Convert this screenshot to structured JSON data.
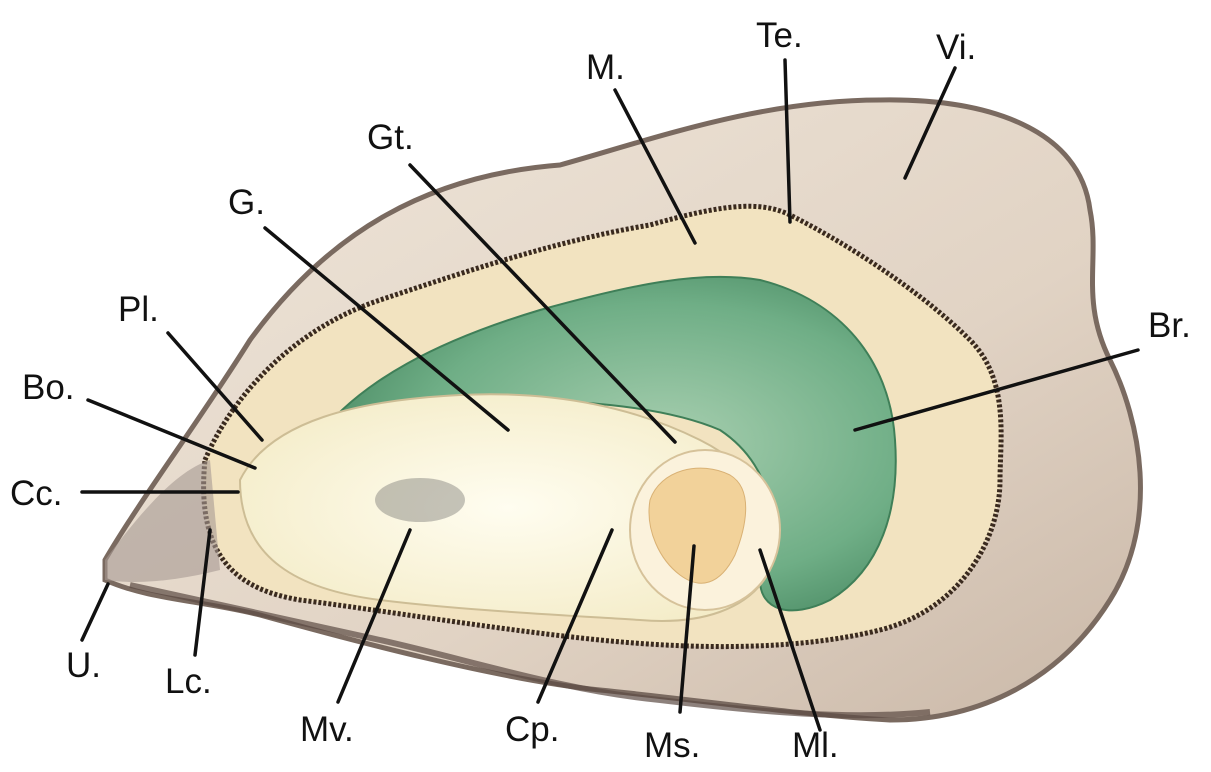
{
  "figure": {
    "labels": {
      "te": "Te.",
      "vi": "Vi.",
      "m": "M.",
      "gt": "Gt.",
      "g": "G.",
      "pl": "Pl.",
      "bo": "Bo.",
      "cc": "Cc.",
      "br": "Br.",
      "u": "U.",
      "lc": "Lc.",
      "mv": "Mv.",
      "cp": "Cp.",
      "ms": "Ms.",
      "ml": "Ml."
    },
    "colors": {
      "shell_outer": "#d9cbbf",
      "shell_edge": "#7a6a60",
      "mantle": "#f2e3c0",
      "mantle_fringe": "#3a2a1e",
      "gill": "#7fb593",
      "visceral": "#fdf9e4",
      "muscle": "#f2d29a",
      "leader": "#111111"
    }
  }
}
